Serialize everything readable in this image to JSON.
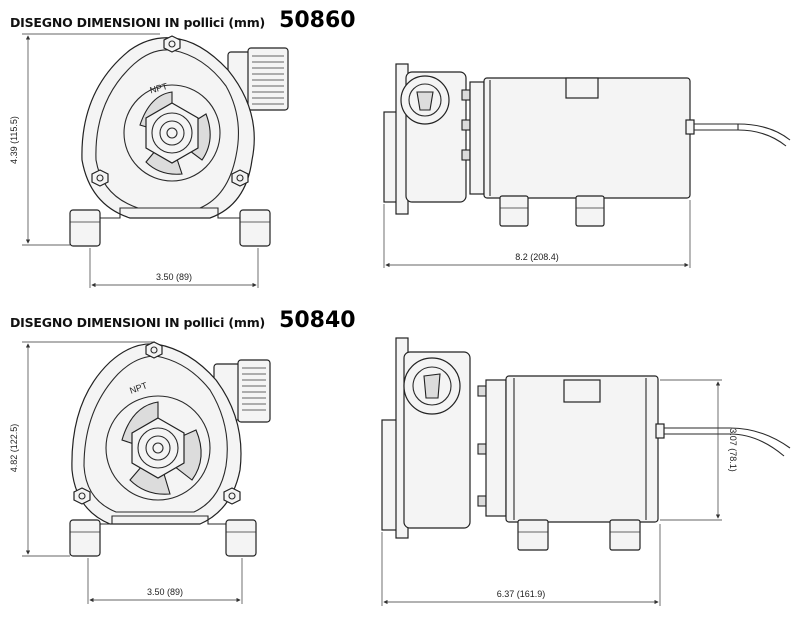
{
  "diagrams": [
    {
      "header_label": "DISEGNO DIMENSIONI IN pollici (mm)",
      "model": "50860",
      "height_dim": "4.39 (115.5)",
      "base_width_dim": "3.50 (89)",
      "length_dim": "8.2 (208.4)",
      "port_label": "NPT"
    },
    {
      "header_label": "DISEGNO DIMENSIONI IN pollici (mm)",
      "model": "50840",
      "height_dim": "4.82 (122.5)",
      "base_width_dim": "3.50 (89)",
      "length_dim": "6.37 (161.9)",
      "motor_height_dim": "3.07 (78.1)",
      "port_label": "NPT"
    }
  ]
}
